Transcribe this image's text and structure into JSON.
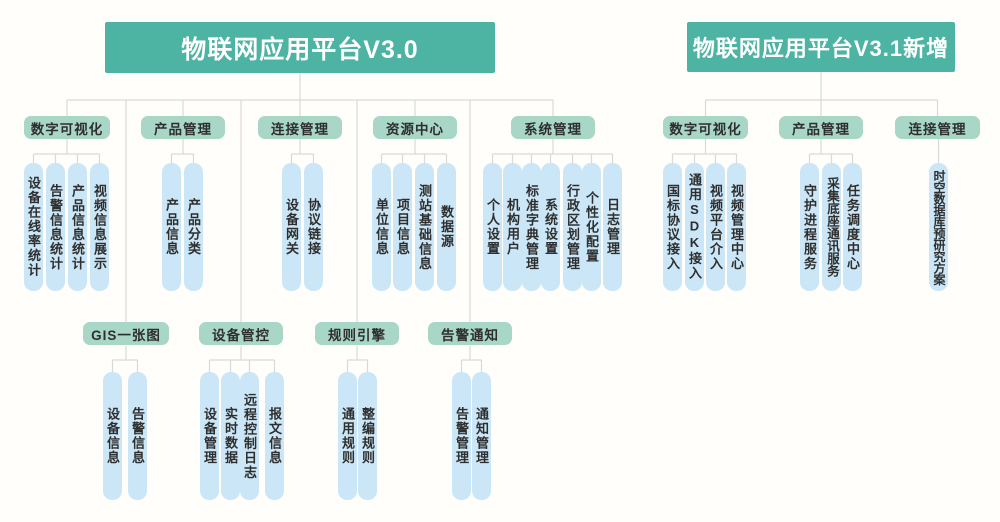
{
  "palette": {
    "header_bg": "#4db3a3",
    "header_text": "#ffffff",
    "category_bg": "#a8d6c7",
    "pill_bg": "#cbe7f7",
    "node_text": "#2e2e2e",
    "line": "#d9d9d9",
    "background": "#fffefb"
  },
  "v30": {
    "title": "物联网应用平台V3.0",
    "row1": [
      {
        "label": "数字可视化",
        "items": [
          "设备在线率统计",
          "告警信息统计",
          "产品信息统计",
          "视频信息展示"
        ]
      },
      {
        "label": "产品管理",
        "items": [
          "产品信息",
          "产品分类"
        ]
      },
      {
        "label": "连接管理",
        "items": [
          "设备网关",
          "协议链接"
        ]
      },
      {
        "label": "资源中心",
        "items": [
          "单位信息",
          "项目信息",
          "测站基础信息",
          "数据源"
        ]
      },
      {
        "label": "系统管理",
        "items": [
          "个人设置",
          "机构用户",
          "标准字典管理",
          "系统设置",
          "行政区划管理",
          "个性化配置",
          "日志管理"
        ]
      }
    ],
    "row2": [
      {
        "label": "GIS一张图",
        "items": [
          "设备信息",
          "告警信息"
        ]
      },
      {
        "label": "设备管控",
        "items": [
          "设备管理",
          "实时数据",
          "远程控制日志",
          "报文信息"
        ]
      },
      {
        "label": "规则引擎",
        "items": [
          "通用规则",
          "整编规则"
        ]
      },
      {
        "label": "告警通知",
        "items": [
          "告警管理",
          "通知管理"
        ]
      }
    ]
  },
  "v31": {
    "title": "物联网应用平台V3.1新增",
    "groups": [
      {
        "label": "数字可视化",
        "items": [
          "国标协议接入",
          "通用SDK接入",
          "视频平台介入",
          "视频管理中心"
        ]
      },
      {
        "label": "产品管理",
        "items": [
          "守护进程服务",
          "采集底座通讯服务",
          "任务调度中心"
        ]
      },
      {
        "label": "连接管理",
        "items": [
          "时空数据库预研究方案"
        ]
      }
    ]
  }
}
